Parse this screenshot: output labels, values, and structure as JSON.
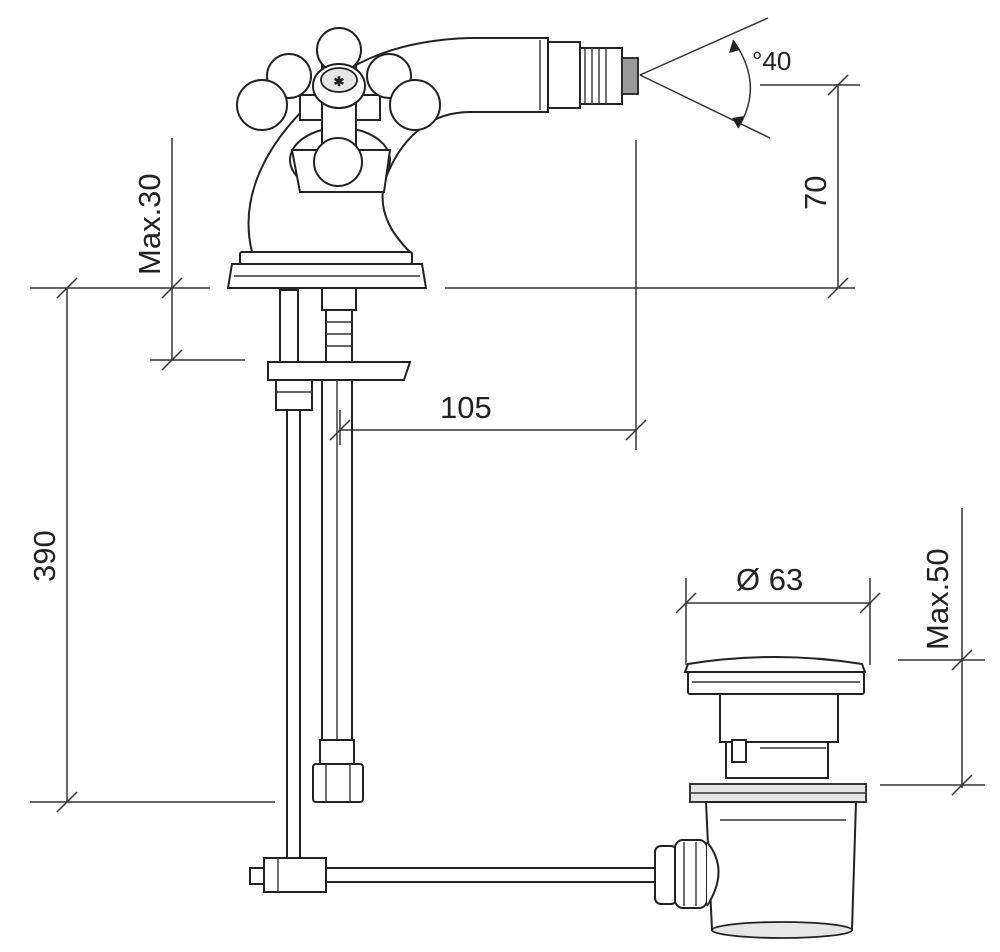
{
  "dimensions": {
    "max30": "Max.30",
    "angle": "°40",
    "height70": "70",
    "reach105": "105",
    "length390": "390",
    "waste_dia": "Ø 63",
    "max50": "Max.50"
  }
}
